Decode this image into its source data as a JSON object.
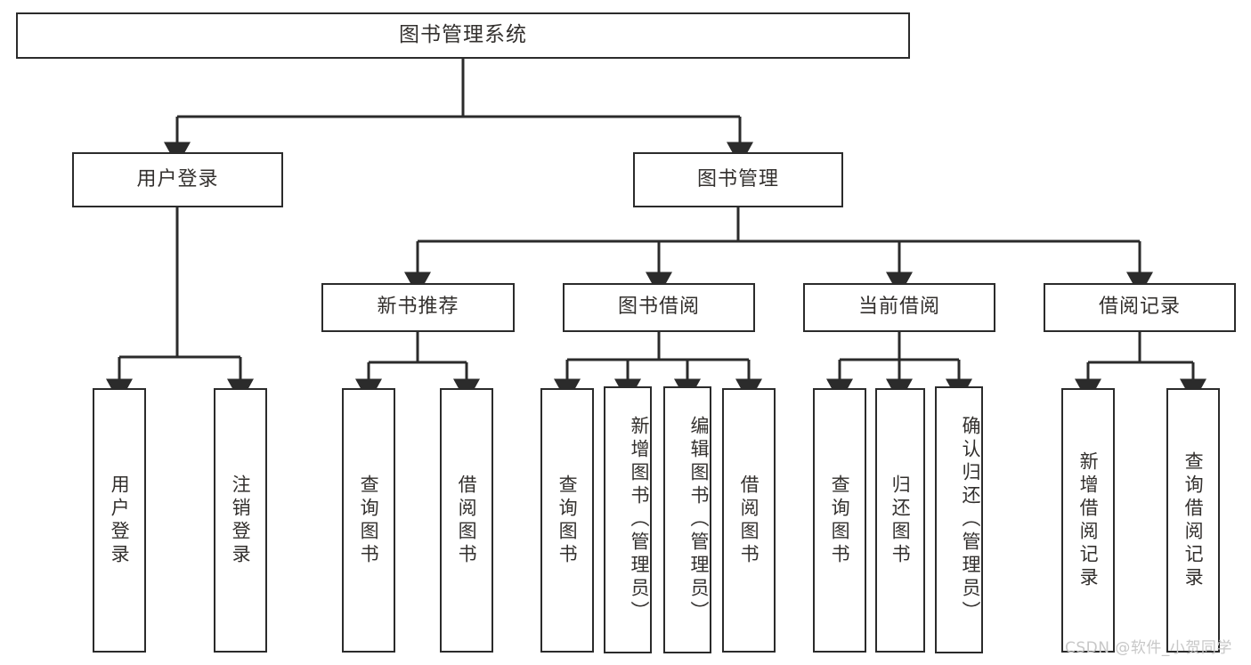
{
  "diagram": {
    "type": "tree",
    "title": "图书管理系统",
    "watermark": "CSDN @软件_小贺同学",
    "colors": {
      "background": "#ffffff",
      "box_border": "#2b2b2b",
      "box_fill": "#ffffff",
      "text": "#33302e",
      "connector": "#2b2b2b",
      "watermark": "#c7c7c7"
    },
    "nodes": {
      "root": {
        "label": "图书管理系统"
      },
      "level2": [
        {
          "label": "用户登录"
        },
        {
          "label": "图书管理"
        }
      ],
      "level3": [
        {
          "label": "新书推荐"
        },
        {
          "label": "图书借阅"
        },
        {
          "label": "当前借阅"
        },
        {
          "label": "借阅记录"
        }
      ],
      "leaves_user_login": [
        {
          "label": "用户登录"
        },
        {
          "label": "注销登录"
        }
      ],
      "leaves_new_book": [
        {
          "label": "查询图书"
        },
        {
          "label": "借阅图书"
        }
      ],
      "leaves_borrow": [
        {
          "label": "查询图书"
        },
        {
          "label": "新增图书（管理员）"
        },
        {
          "label": "编辑图书（管理员）"
        },
        {
          "label": "借阅图书"
        }
      ],
      "leaves_current": [
        {
          "label": "查询图书"
        },
        {
          "label": "归还图书"
        },
        {
          "label": "确认归还（管理员）"
        }
      ],
      "leaves_records": [
        {
          "label": "新增借阅记录"
        },
        {
          "label": "查询借阅记录"
        }
      ]
    }
  }
}
